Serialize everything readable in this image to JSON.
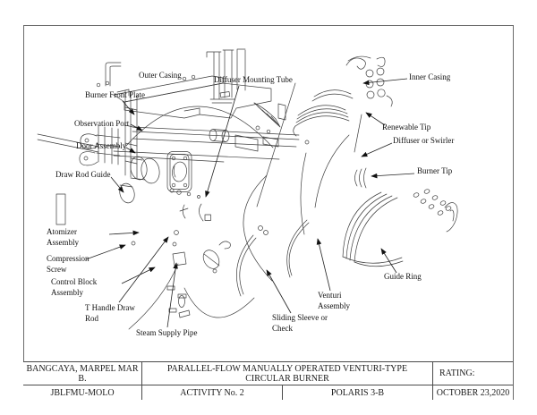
{
  "frame": {
    "stroke_color": "#6b6b6b",
    "line_color": "#3d3d3d"
  },
  "diagram": {
    "labels": [
      {
        "id": "outer-casing",
        "text": "Outer Casing"
      },
      {
        "id": "diffuser-mounting-tube",
        "text": "Diffuser Mounting Tube"
      },
      {
        "id": "burner-front-plate",
        "text": "Burner Front Plate"
      },
      {
        "id": "observation-port",
        "text": "Observation Port"
      },
      {
        "id": "door-assembly",
        "text": "Door Assembly"
      },
      {
        "id": "draw-rod-guide",
        "text": "Draw Rod Guide"
      },
      {
        "id": "inner-casing",
        "text": "Inner Casing"
      },
      {
        "id": "renewable-tip",
        "text": "Renewable Tip"
      },
      {
        "id": "diffuser-or-swirler",
        "text": "Diffuser or Swirler"
      },
      {
        "id": "burner-tip",
        "text": "Burner Tip"
      },
      {
        "id": "atomizer-assembly",
        "text": "Atomizer\nAssembly"
      },
      {
        "id": "compression-screw",
        "text": "Compression\nScrew"
      },
      {
        "id": "control-block-assembly",
        "text": "Control Block\nAssembly"
      },
      {
        "id": "t-handle-draw-rod",
        "text": "T Handle Draw\nRod"
      },
      {
        "id": "steam-supply-pipe",
        "text": "Steam Supply Pipe"
      },
      {
        "id": "sliding-sleeve-or-check",
        "text": "Sliding Sleeve or\nCheck"
      },
      {
        "id": "venturi-assembly",
        "text": "Venturi\nAssembly"
      },
      {
        "id": "guide-ring",
        "text": "Guide Ring"
      }
    ]
  },
  "title_block": {
    "student_name": "BANGCAYA, MARPEL MAR B.",
    "drawing_title": "PARALLEL-FLOW MANUALLY OPERATED VENTURI-TYPE CIRCULAR BURNER",
    "rating_label": "RATING:",
    "institution": "JBLFMU-MOLO",
    "activity": "ACTIVITY No. 2",
    "section": "POLARIS 3-B",
    "date": "OCTOBER 23,2020"
  }
}
